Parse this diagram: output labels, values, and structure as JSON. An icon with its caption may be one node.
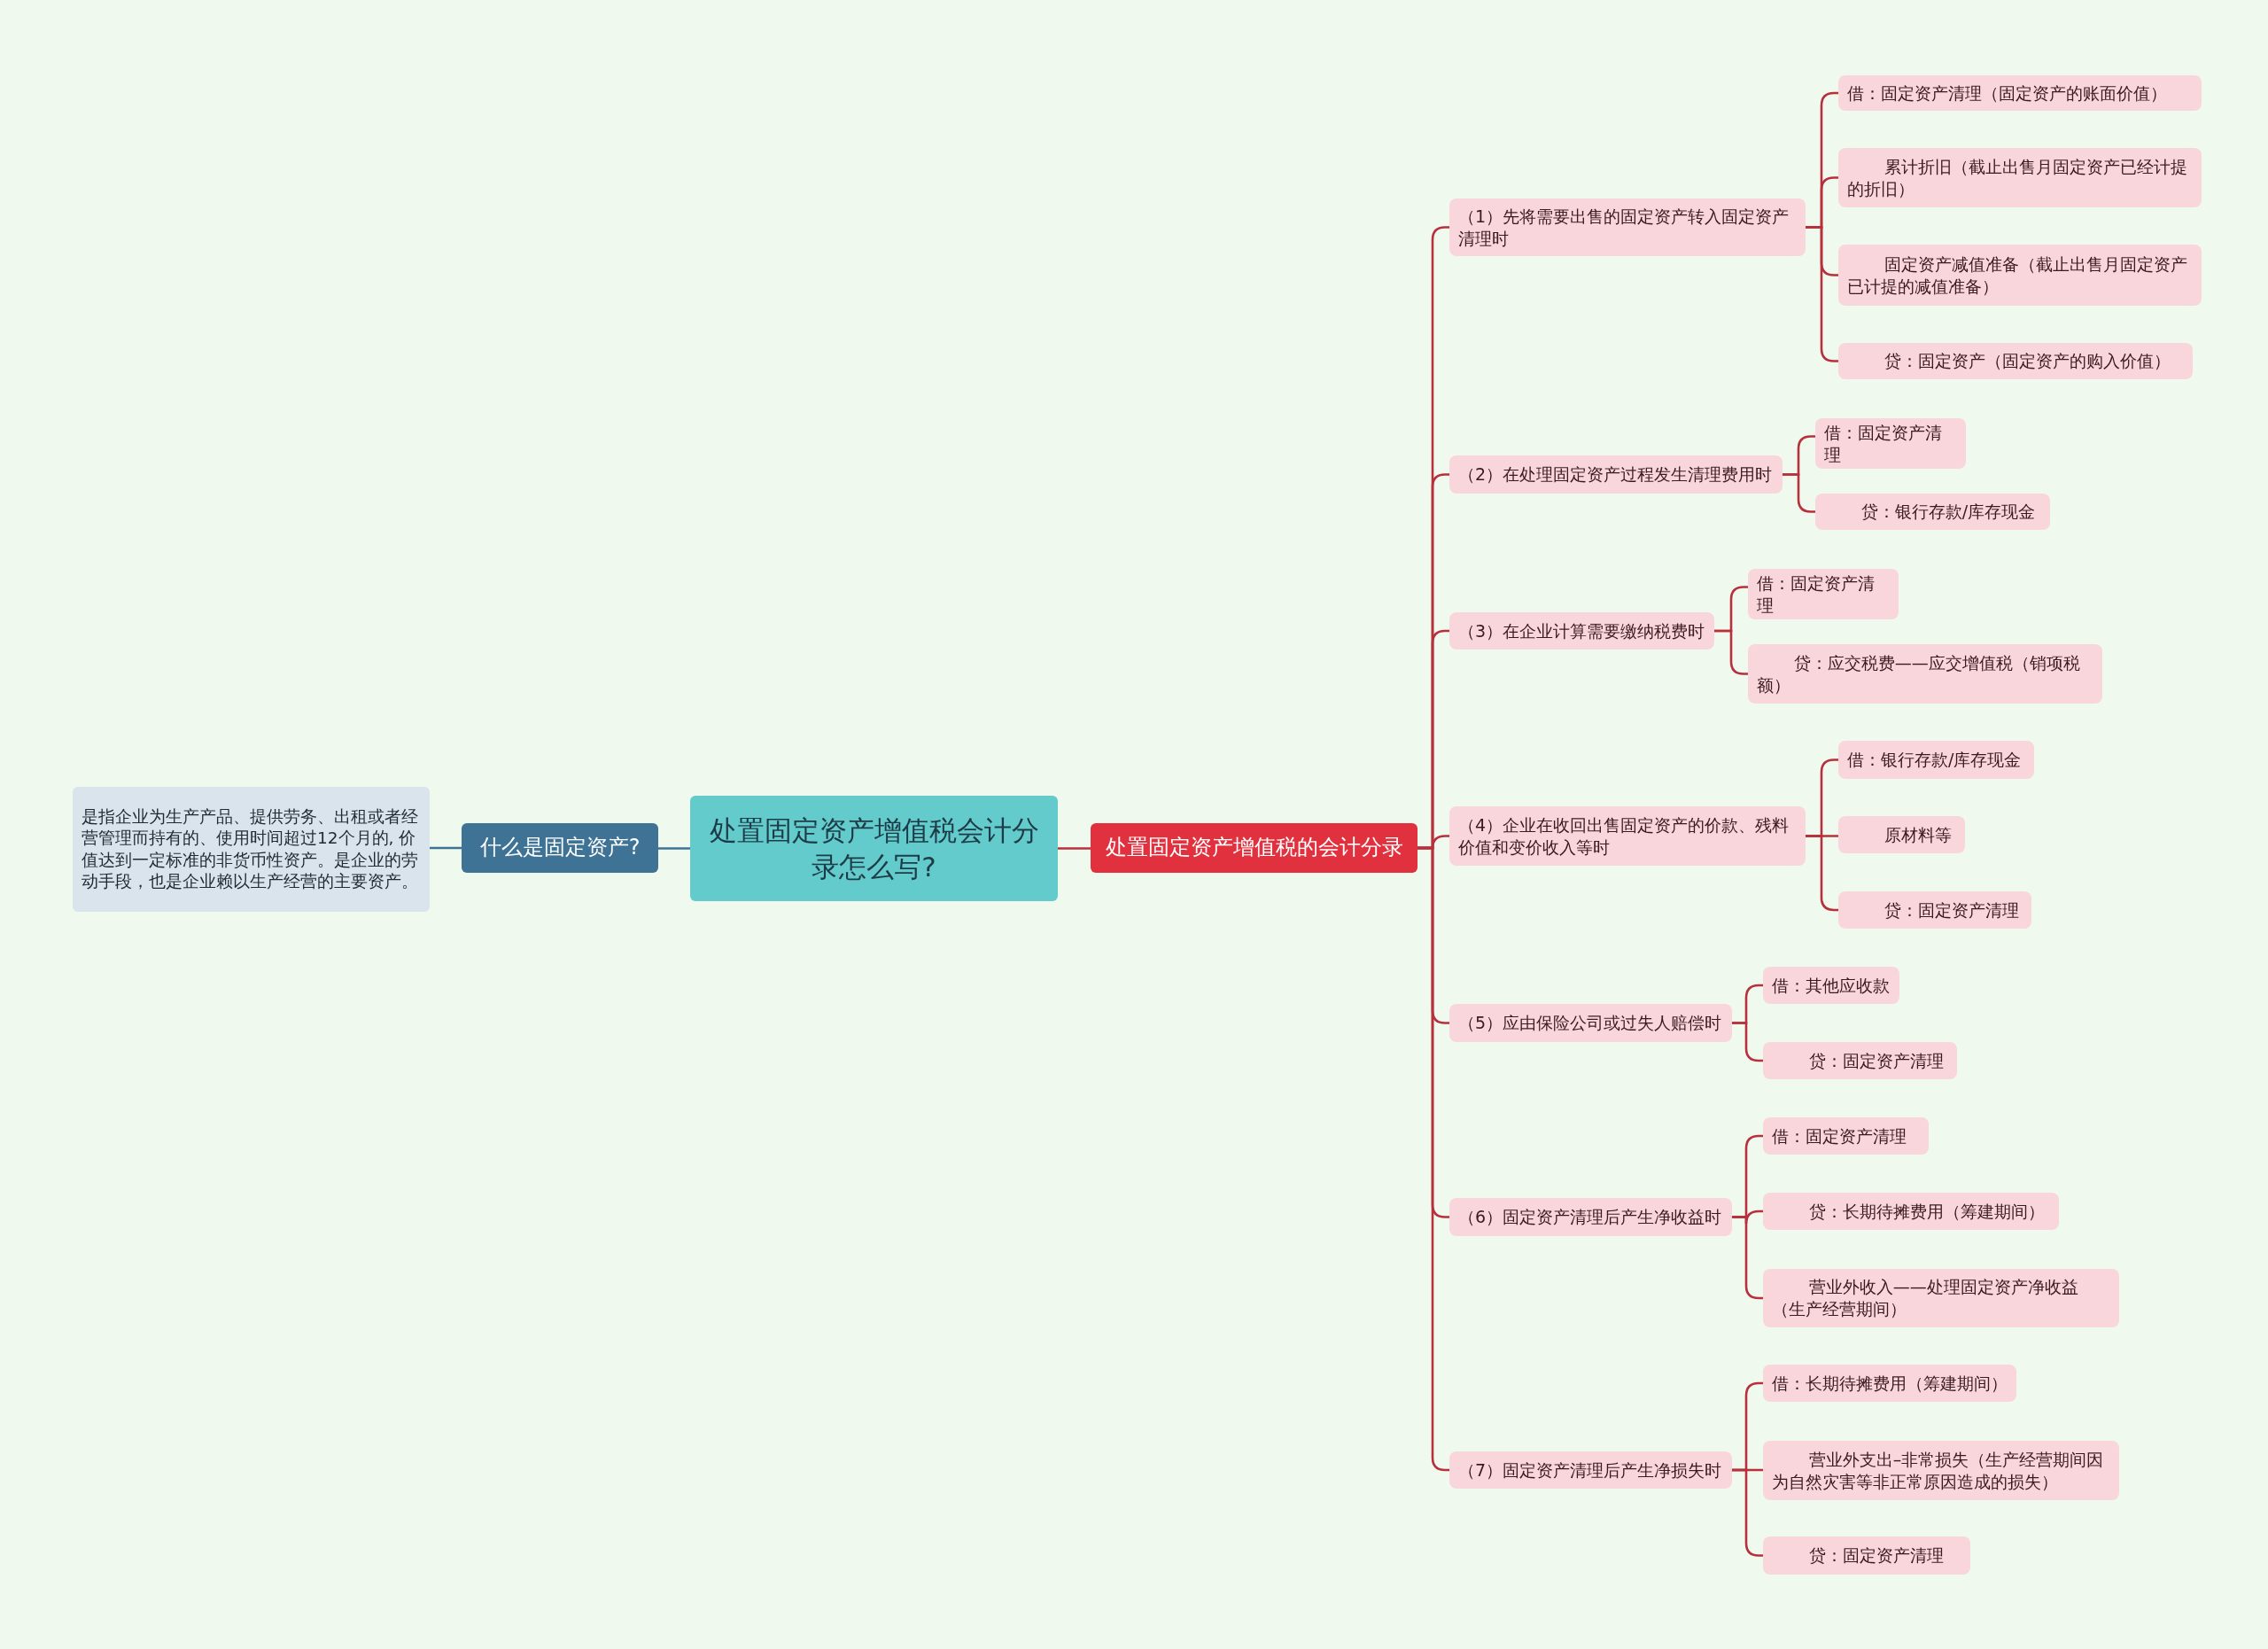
{
  "diagram": {
    "nodes": [
      {
        "text": [
          "处置固定资产增值税会计分录怎么写?"
        ]
      },
      {
        "text": [
          "什么是固定资产?"
        ]
      },
      {
        "text": [
          "是指企业为生产产品、提供劳务、出租或者经营管理而持有的、使用时间超过12个月的, 价值达到一定标准的非货币性资产。是企业的劳动手段，也是企业赖以生产经营的主要资产。"
        ]
      },
      {
        "text": [
          "处置固定资产增值税的会计分录"
        ]
      },
      {
        "text": [
          "（1）先将需要出售的固定资产转入固定资产清理时"
        ]
      },
      {
        "text": [
          "借：固定资产清理（固定资产的账面价值）"
        ]
      },
      {
        "text": [
          "累计折旧（截止出售月固定资产已经计提的折旧）"
        ]
      },
      {
        "text": [
          "固定资产减值准备（截止出售月固定资产已计提的减值准备）"
        ]
      },
      {
        "text": [
          "贷：固定资产（固定资产的购入价值）"
        ]
      },
      {
        "text": [
          "（2）在处理固定资产过程发生清理费用时"
        ]
      },
      {
        "text": [
          "借：固定资产清理"
        ]
      },
      {
        "text": [
          "贷：银行存款/库存现金"
        ]
      },
      {
        "text": [
          "（3）在企业计算需要缴纳税费时"
        ]
      },
      {
        "text": [
          "借：固定资产清理"
        ]
      },
      {
        "text": [
          "贷：应交税费——应交增值税（销项税额）"
        ]
      },
      {
        "text": [
          "（4）企业在收回出售固定资产的价款、残料价值和变价收入等时"
        ]
      },
      {
        "text": [
          "借：银行存款/库存现金"
        ]
      },
      {
        "text": [
          "原材料等"
        ]
      },
      {
        "text": [
          "贷：固定资产清理"
        ]
      },
      {
        "text": [
          "（5）应由保险公司或过失人赔偿时"
        ]
      },
      {
        "text": [
          "借：其他应收款"
        ]
      },
      {
        "text": [
          "贷：固定资产清理"
        ]
      },
      {
        "text": [
          "（6）固定资产清理后产生净收益时"
        ]
      },
      {
        "text": [
          "借：固定资产清理"
        ]
      },
      {
        "text": [
          "贷：长期待摊费用（筹建期间）"
        ]
      },
      {
        "text": [
          "营业外收入——处理固定资产净收益（生产经营期间）"
        ]
      },
      {
        "text": [
          "（7）固定资产清理后产生净损失时"
        ]
      },
      {
        "text": [
          "借：长期待摊费用（筹建期间）"
        ]
      },
      {
        "text": [
          "营业外支出–非常损失（生产经营期间因为自然灾害等非正常原因造成的损失）"
        ]
      },
      {
        "text": [
          "贷：固定资产清理"
        ]
      }
    ],
    "edges": [
      {
        "from": 0,
        "to": 1,
        "arrow": "none",
        "color": "#3f7396"
      },
      {
        "from": 1,
        "to": 2,
        "arrow": "none",
        "color": "#3f7396"
      },
      {
        "from": 0,
        "to": 3,
        "arrow": "none"
      },
      {
        "from": 3,
        "to": 4,
        "arrow": "none"
      },
      {
        "from": 4,
        "to": 5,
        "arrow": "none"
      },
      {
        "from": 4,
        "to": 6,
        "arrow": "none"
      },
      {
        "from": 4,
        "to": 7,
        "arrow": "none"
      },
      {
        "from": 4,
        "to": 8,
        "arrow": "none"
      },
      {
        "from": 3,
        "to": 9,
        "arrow": "none"
      },
      {
        "from": 9,
        "to": 10,
        "arrow": "none"
      },
      {
        "from": 9,
        "to": 11,
        "arrow": "none"
      },
      {
        "from": 3,
        "to": 12,
        "arrow": "none"
      },
      {
        "from": 12,
        "to": 13,
        "arrow": "none"
      },
      {
        "from": 12,
        "to": 14,
        "arrow": "none"
      },
      {
        "from": 3,
        "to": 15,
        "arrow": "none"
      },
      {
        "from": 15,
        "to": 16,
        "arrow": "none"
      },
      {
        "from": 15,
        "to": 17,
        "arrow": "none"
      },
      {
        "from": 15,
        "to": 18,
        "arrow": "none"
      },
      {
        "from": 3,
        "to": 19,
        "arrow": "none"
      },
      {
        "from": 19,
        "to": 20,
        "arrow": "none"
      },
      {
        "from": 19,
        "to": 21,
        "arrow": "none"
      },
      {
        "from": 3,
        "to": 22,
        "arrow": "none"
      },
      {
        "from": 22,
        "to": 23,
        "arrow": "none"
      },
      {
        "from": 22,
        "to": 24,
        "arrow": "none"
      },
      {
        "from": 22,
        "to": 25,
        "arrow": "none"
      },
      {
        "from": 3,
        "to": 26,
        "arrow": "none"
      },
      {
        "from": 26,
        "to": 27,
        "arrow": "none"
      },
      {
        "from": 26,
        "to": 28,
        "arrow": "none"
      },
      {
        "from": 26,
        "to": 29,
        "arrow": "none"
      }
    ]
  }
}
